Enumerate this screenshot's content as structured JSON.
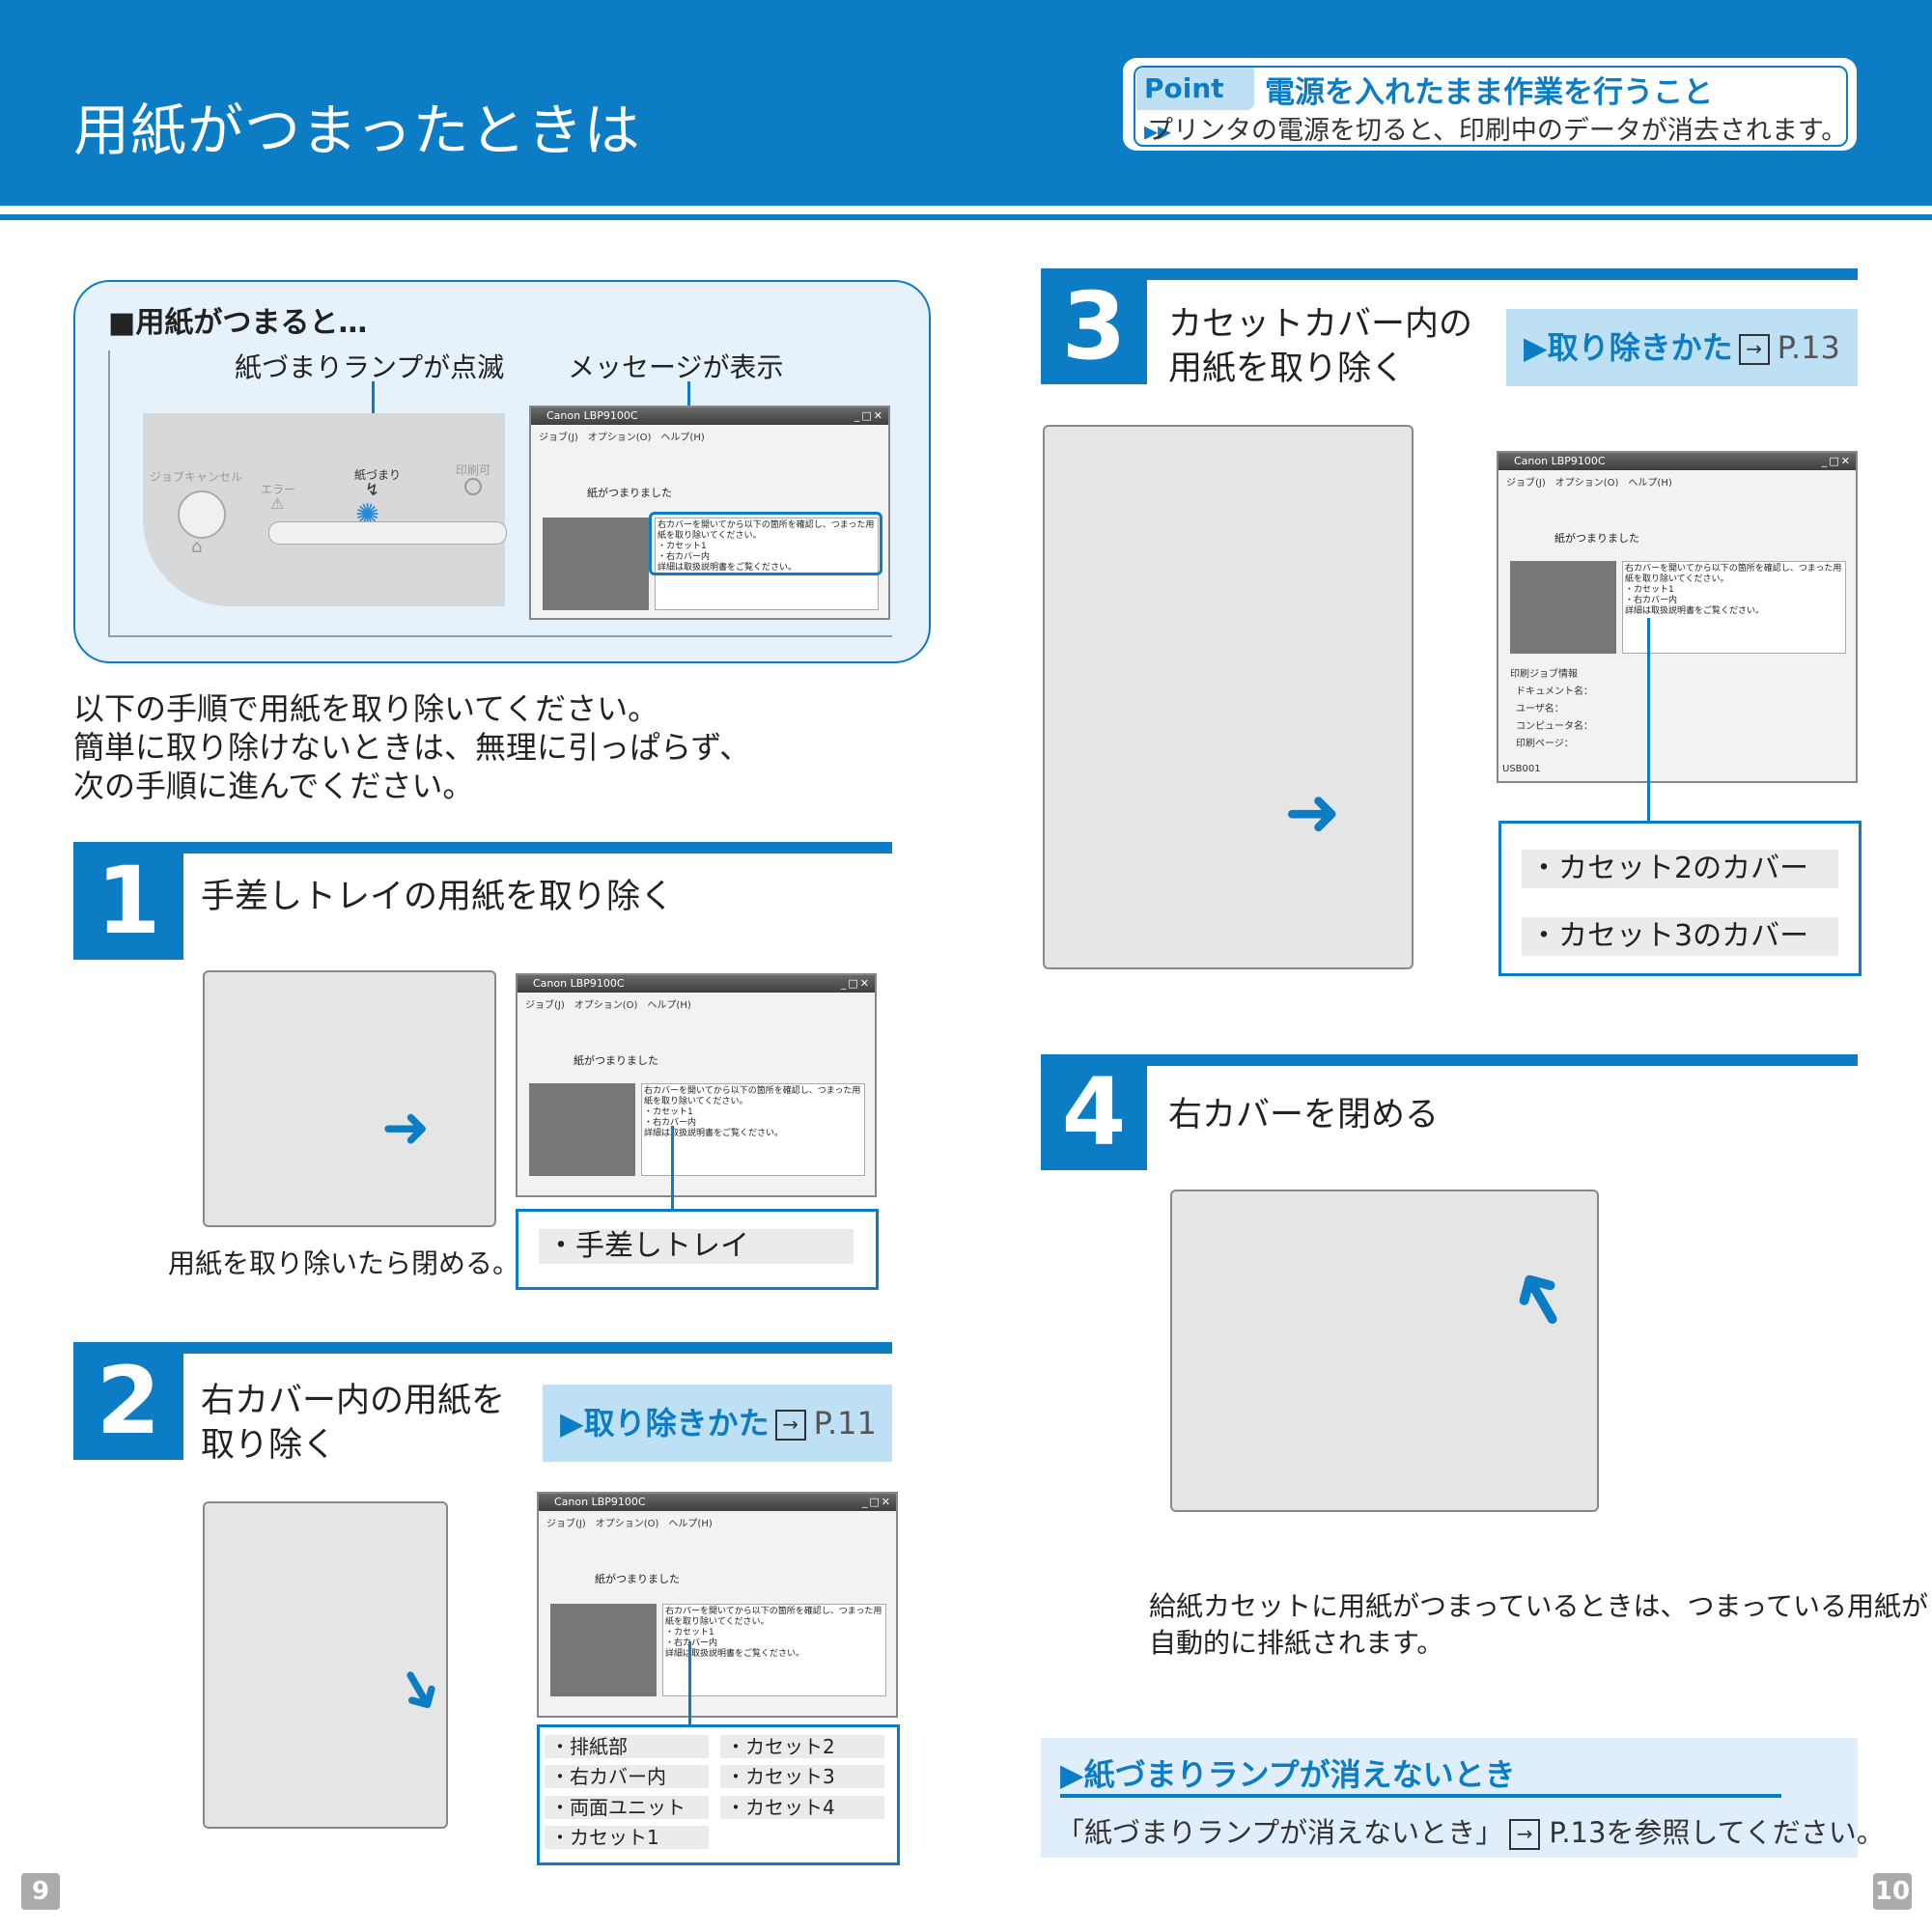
{
  "header": {
    "title": "用紙がつまったときは",
    "point_badge": "Point ▸▸",
    "point_heading": "電源を入れたまま作業を行うこと",
    "point_text": "プリンタの電源を切ると、印刷中のデータが消去されます。"
  },
  "panel": {
    "heading": "■用紙がつまると…",
    "callout_lamp": "紙づまりランプが点滅",
    "callout_message": "メッセージが表示",
    "control_labels": {
      "job_cancel": "ジョブキャンセル",
      "error": "エラー",
      "jam": "紙づまり",
      "ready": "印刷可"
    }
  },
  "dialog": {
    "title": "Canon LBP9100C",
    "menu": "ジョブ(J)　オプション(O)　ヘルプ(H)",
    "message": "紙がつまりました",
    "detail": "右カバーを開いてから以下の箇所を確認し、つまった用紙を取り除いてください。\n・カセット1\n・右カバー内\n詳細は取扱説明書をご覧ください。",
    "job_info_label": "印刷ジョブ情報",
    "job_fields": [
      "ドキュメント名：",
      "ユーザ名：",
      "コンピュータ名：",
      "印刷ページ："
    ],
    "port": "USB001"
  },
  "intro": {
    "line1": "以下の手順で用紙を取り除いてください。",
    "line2": "簡単に取り除けないときは、無理に引っぱらず、",
    "line3": "次の手順に進んでください。"
  },
  "steps": {
    "s1": {
      "number": "1",
      "title": "手差しトレイの用紙を取り除く",
      "caption": "用紙を取り除いたら閉める。",
      "tag": "・手差しトレイ"
    },
    "s2": {
      "number": "2",
      "title_line1": "右カバー内の用紙を",
      "title_line2": "取り除く",
      "ref_label": "▶取り除きかた",
      "ref_page": "P.11",
      "tags": [
        "・排紙部",
        "・カセット2",
        "・右カバー内",
        "・カセット3",
        "・両面ユニット",
        "・カセット4",
        "・カセット1"
      ]
    },
    "s3": {
      "number": "3",
      "title_line1": "カセットカバー内の",
      "title_line2": "用紙を取り除く",
      "ref_label": "▶取り除きかた",
      "ref_page": "P.13",
      "tags": [
        "・カセット2のカバー",
        "・カセット3のカバー"
      ]
    },
    "s4": {
      "number": "4",
      "title": "右カバーを閉める",
      "caption_line1": "給紙カセットに用紙がつまっているときは、つまっている用紙が",
      "caption_line2": "自動的に排紙されます。"
    }
  },
  "note": {
    "heading": "▶紙づまりランプが消えないとき",
    "text_before": "「紙づまりランプが消えないとき」",
    "text_after": "P.13を参照してください。"
  },
  "page_numbers": {
    "left": "9",
    "right": "10"
  },
  "colors": {
    "brand_blue": "#0c7cc4",
    "light_blue": "#bde0f5",
    "panel_bg": "#e6f2fb"
  }
}
